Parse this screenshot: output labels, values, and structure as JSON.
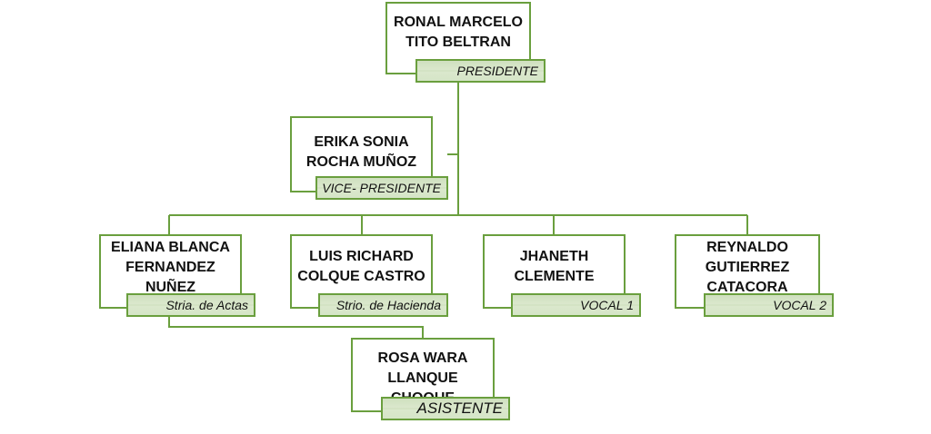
{
  "colors": {
    "border": "#6a9f3e",
    "role_fill": "#d5e5c7"
  },
  "members": {
    "president": {
      "name": "RONAL MARCELO\nTITO BELTRAN",
      "role": "PRESIDENTE"
    },
    "vice": {
      "name": "ERIKA SONIA\nROCHA MUÑOZ",
      "role": "VICE- PRESIDENTE"
    },
    "actas": {
      "name": "ELIANA BLANCA\nFERNANDEZ\nNUÑEZ",
      "role": "Stria. de Actas"
    },
    "hacienda": {
      "name": "LUIS RICHARD\nCOLQUE CASTRO",
      "role": "Strio. de Hacienda"
    },
    "vocal1": {
      "name": "JHANETH\nCLEMENTE",
      "role": "VOCAL 1"
    },
    "vocal2": {
      "name": "REYNALDO\nGUTIERREZ\nCATACORA",
      "role": "VOCAL 2"
    },
    "asistente": {
      "name": "ROSA WARA\nLLANQUE CHOQUE",
      "role": "ASISTENTE"
    }
  }
}
